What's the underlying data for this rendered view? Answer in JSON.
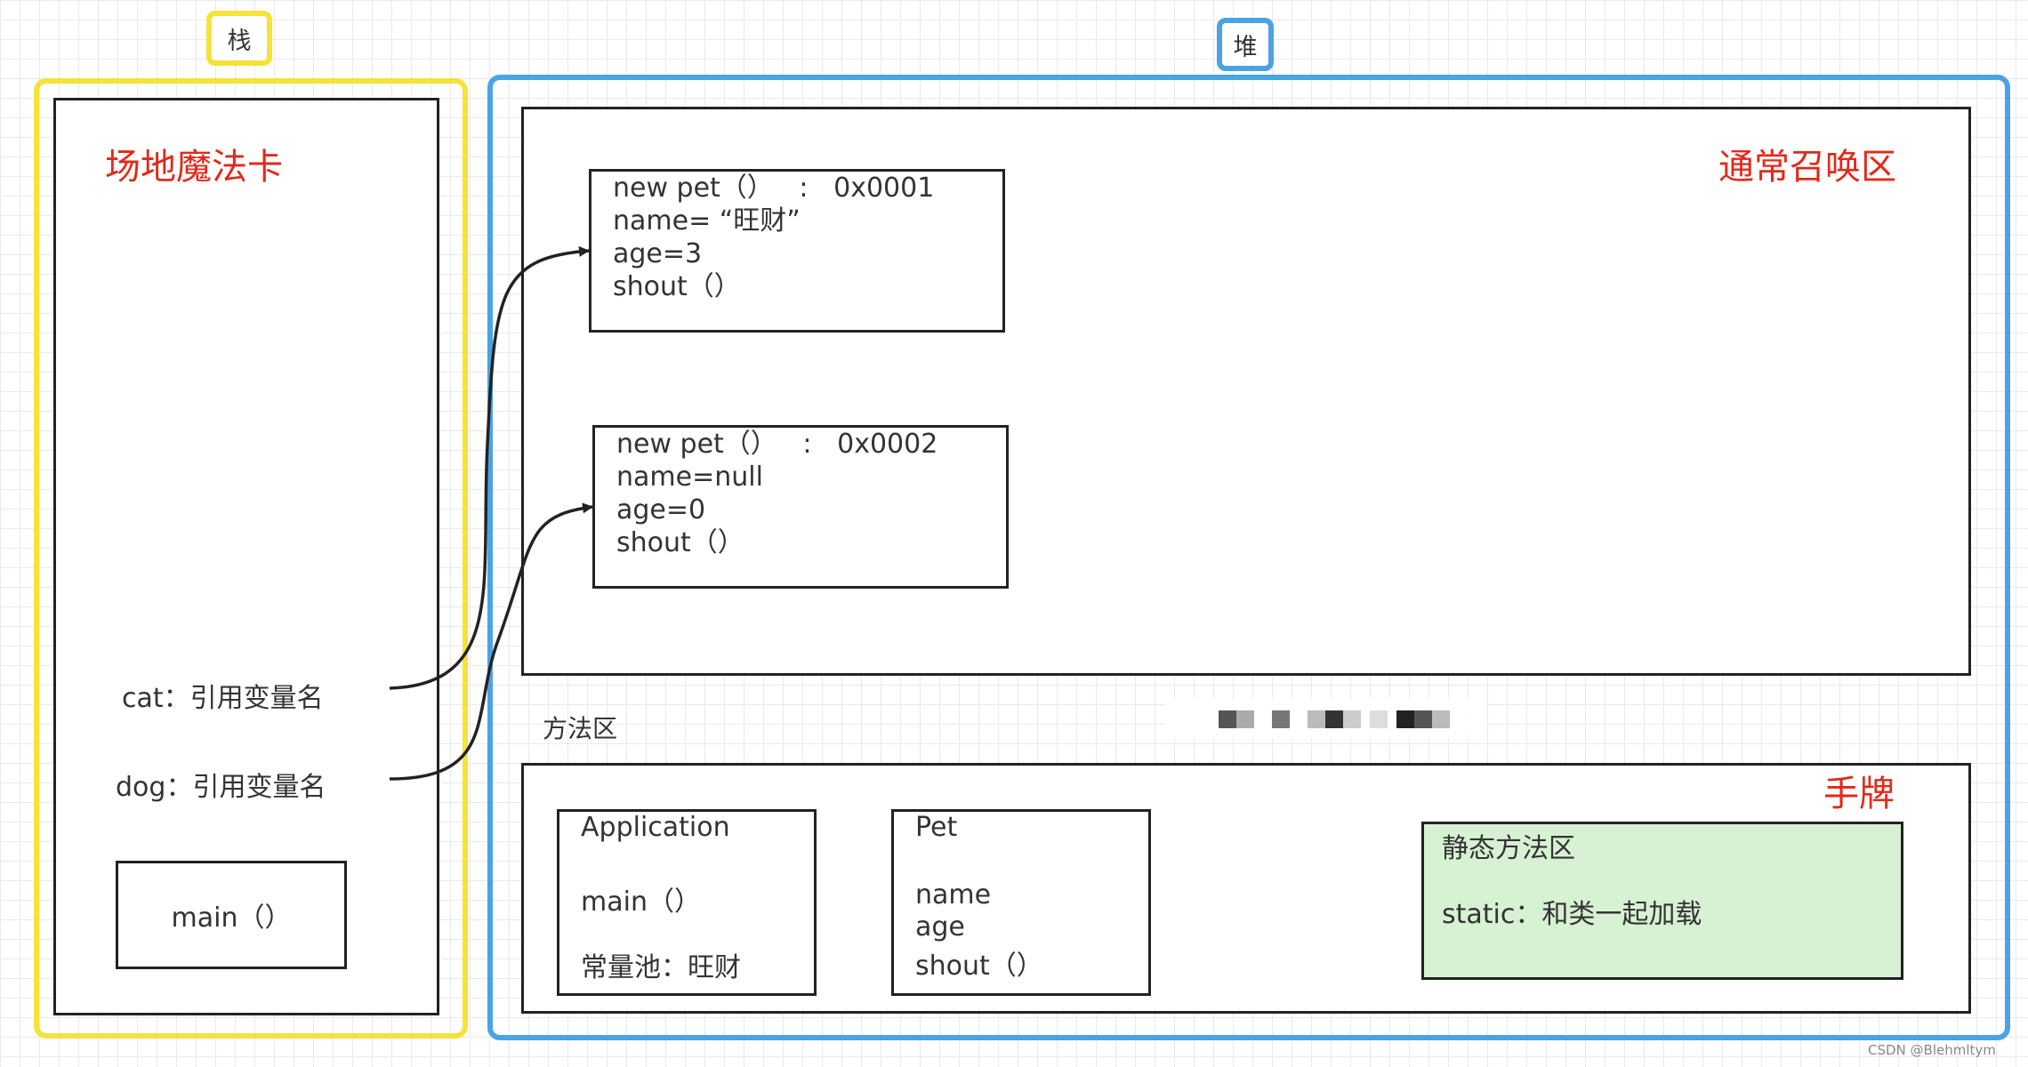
{
  "stack": {
    "tag": "栈",
    "card_title": "场地魔法卡",
    "cat_label": "cat：引用变量名",
    "dog_label": "dog：引用变量名",
    "main_label": "main（）"
  },
  "heap": {
    "tag": "堆",
    "normal_zone_title": "通常召唤区",
    "objects": [
      {
        "header": "new pet（）   :   0x0001",
        "lines": [
          "name= “旺财”",
          "age=3",
          "shout（）"
        ]
      },
      {
        "header": "new pet（）   :   0x0002",
        "lines": [
          "name=null",
          "age=0",
          "shout（）"
        ]
      }
    ]
  },
  "method_area": {
    "label": "方法区",
    "hand_title": "手牌",
    "application": {
      "title": "Application",
      "method": "main（）",
      "pool": "常量池：旺财"
    },
    "pet": {
      "title": "Pet",
      "fields": [
        "name",
        "age",
        "shout（）"
      ]
    },
    "static_area": {
      "title": "静态方法区",
      "desc": "static：和类一起加载"
    }
  },
  "watermark": "CSDN @Blehmltym",
  "colors": {
    "stack": "#f5e23a",
    "heap": "#4ba3e3",
    "title_red": "#e02a1a",
    "static_fill": "#d7f2d3"
  }
}
